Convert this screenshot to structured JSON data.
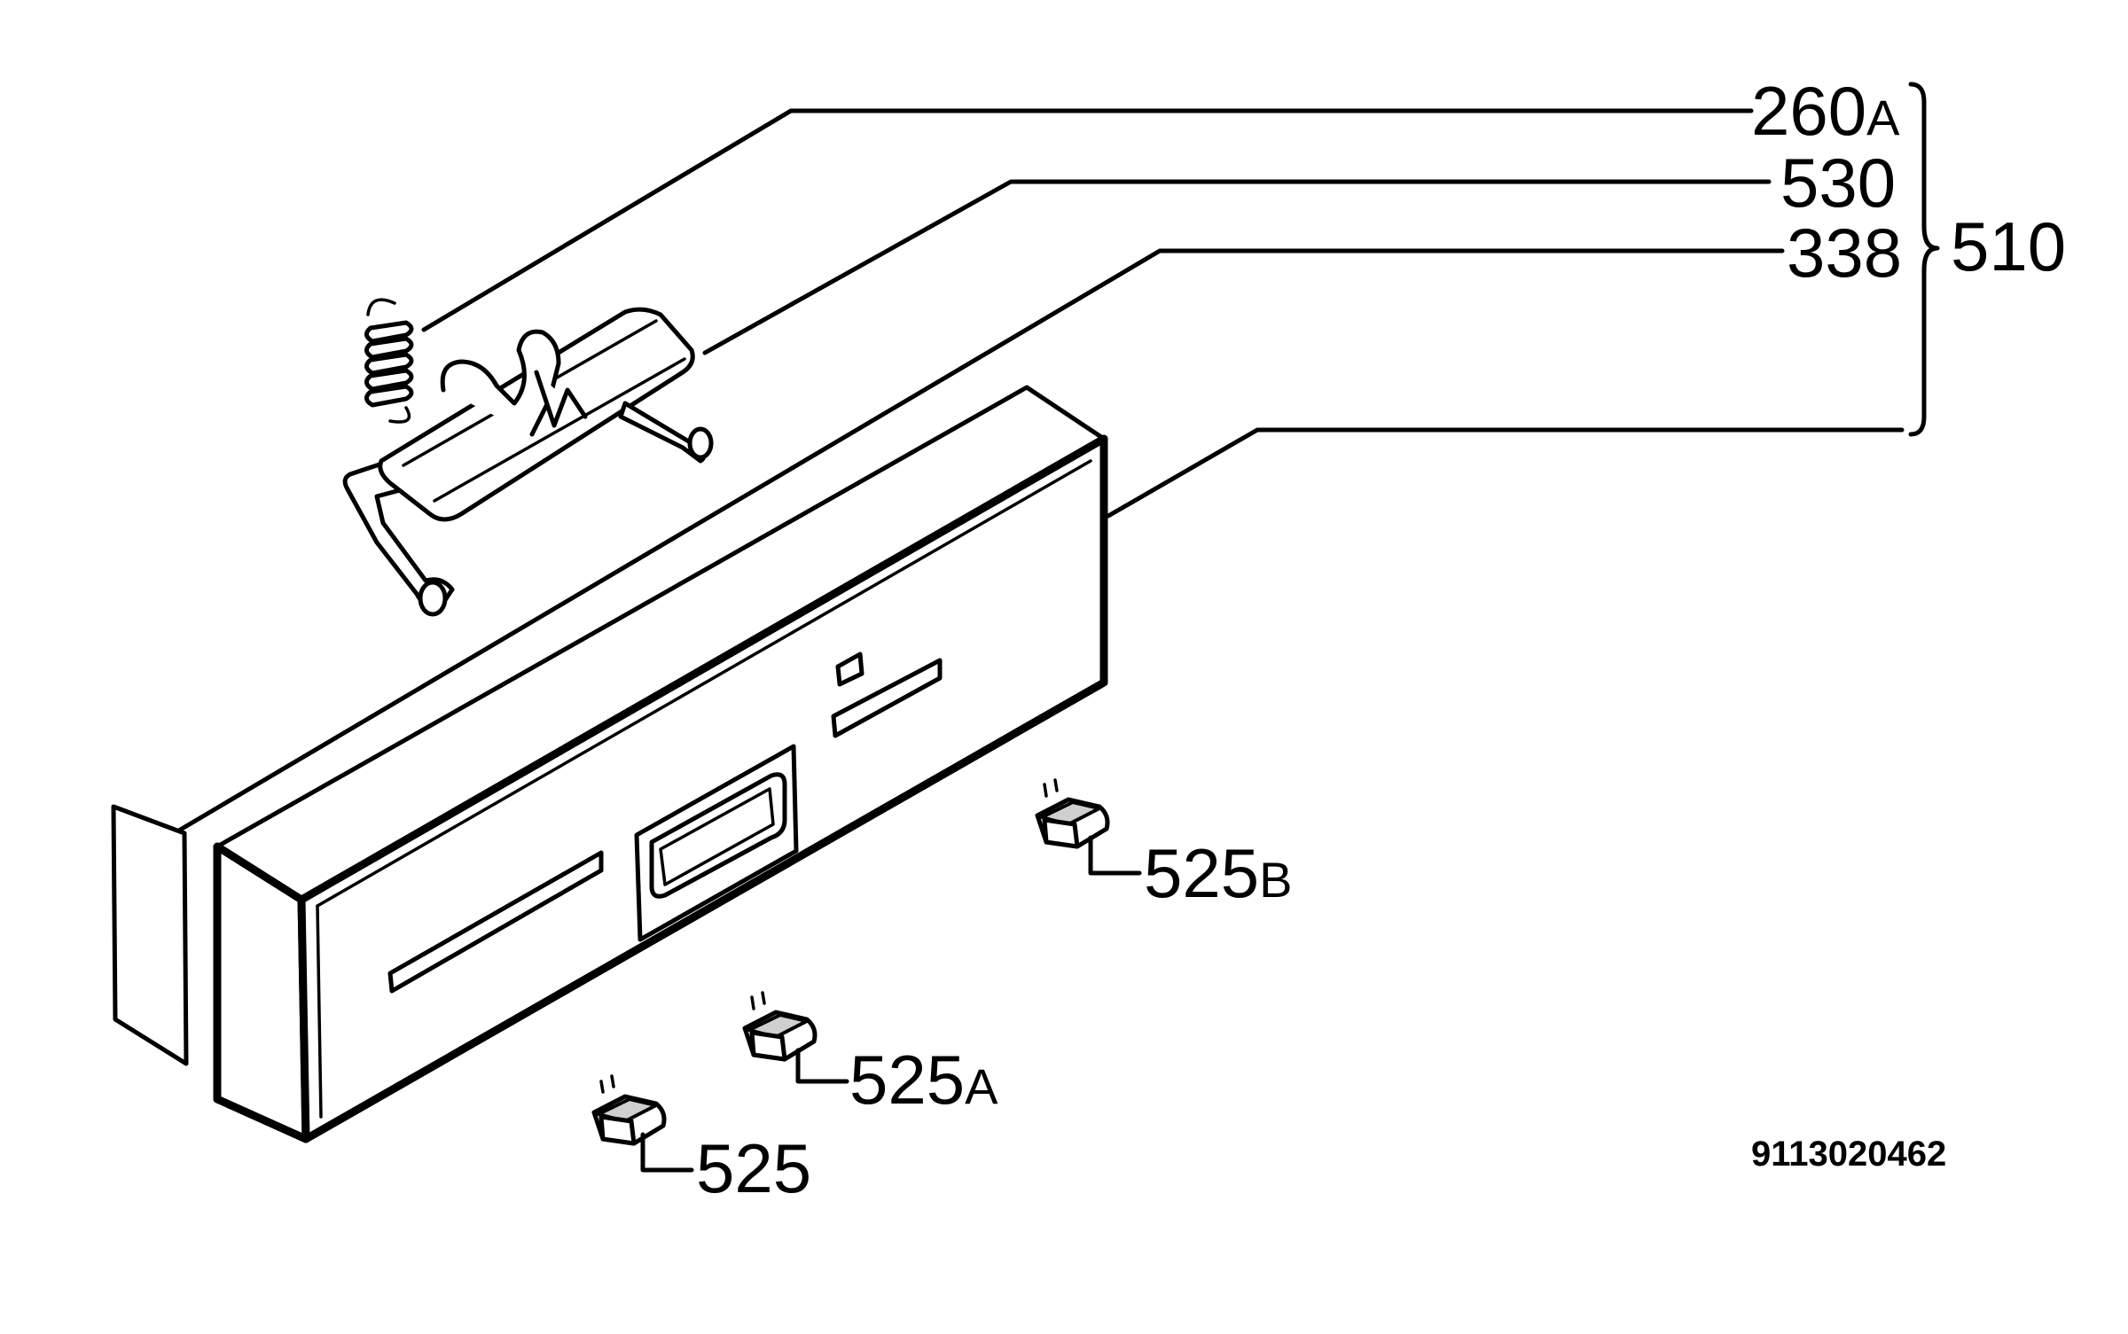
{
  "labels": {
    "l260": {
      "num": "260",
      "suf": "A"
    },
    "l530": {
      "num": "530",
      "suf": ""
    },
    "l338": {
      "num": "338",
      "suf": ""
    },
    "l510": {
      "num": "510",
      "suf": ""
    },
    "l525b": {
      "num": "525",
      "suf": "B"
    },
    "l525a": {
      "num": "525",
      "suf": "A"
    },
    "l525": {
      "num": "525",
      "suf": ""
    }
  },
  "drawing_code": "9113020462"
}
